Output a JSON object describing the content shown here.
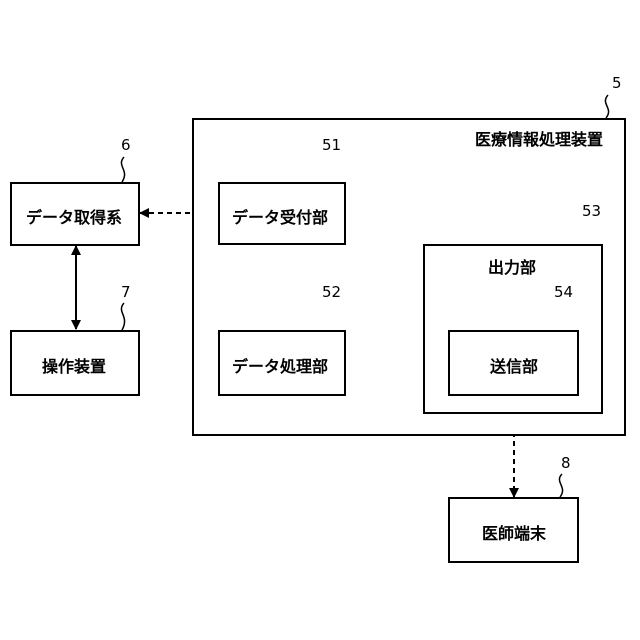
{
  "device": {
    "title": "医療情報処理装置",
    "ref": "5"
  },
  "acquisition": {
    "label": "データ取得系",
    "ref": "6"
  },
  "operation": {
    "label": "操作装置",
    "ref": "7"
  },
  "receiver": {
    "label": "データ受付部",
    "ref": "51"
  },
  "processor": {
    "label": "データ処理部",
    "ref": "52"
  },
  "output": {
    "label": "出力部",
    "ref": "53"
  },
  "sender": {
    "label": "送信部",
    "ref": "54"
  },
  "terminal": {
    "label": "医師端末",
    "ref": "8"
  }
}
